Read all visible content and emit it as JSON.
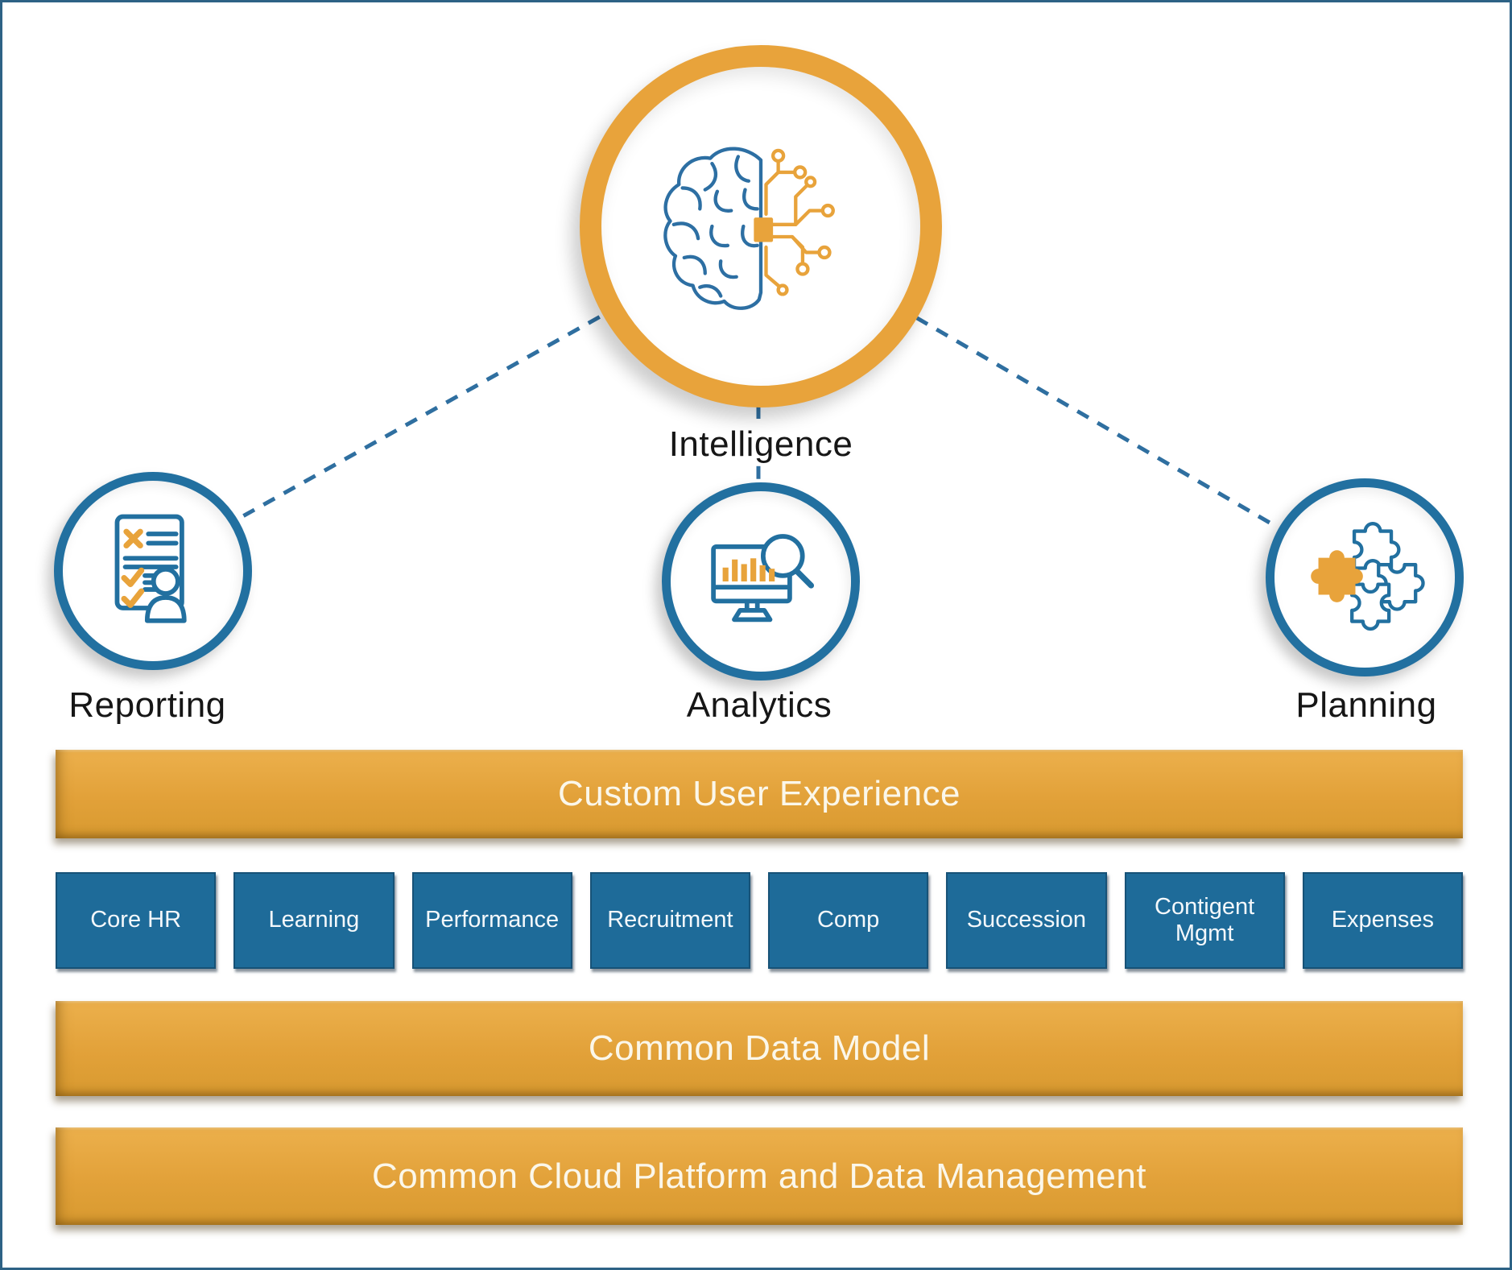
{
  "diagram": {
    "intelligence": {
      "label": "Intelligence"
    },
    "reporting": {
      "label": "Reporting"
    },
    "analytics": {
      "label": "Analytics"
    },
    "planning": {
      "label": "Planning"
    },
    "custom_user_experience": {
      "label": "Custom User Experience"
    },
    "modules": [
      "Core HR",
      "Learning",
      "Performance",
      "Recruitment",
      "Comp",
      "Succession",
      "Contigent Mgmt",
      "Expenses"
    ],
    "common_data_model": {
      "label": "Common Data Model"
    },
    "common_cloud_platform": {
      "label": "Common Cloud Platform and Data Management"
    },
    "colors": {
      "orange": "#e8a33b",
      "bar_orange": "#e2a139",
      "box_blue": "#1e6b99",
      "ring_blue": "#2270a0",
      "dash_blue": "#2f6fa0",
      "page_border": "#2d6285",
      "text_dark": "#161616",
      "text_light": "#fbf7ea"
    }
  }
}
